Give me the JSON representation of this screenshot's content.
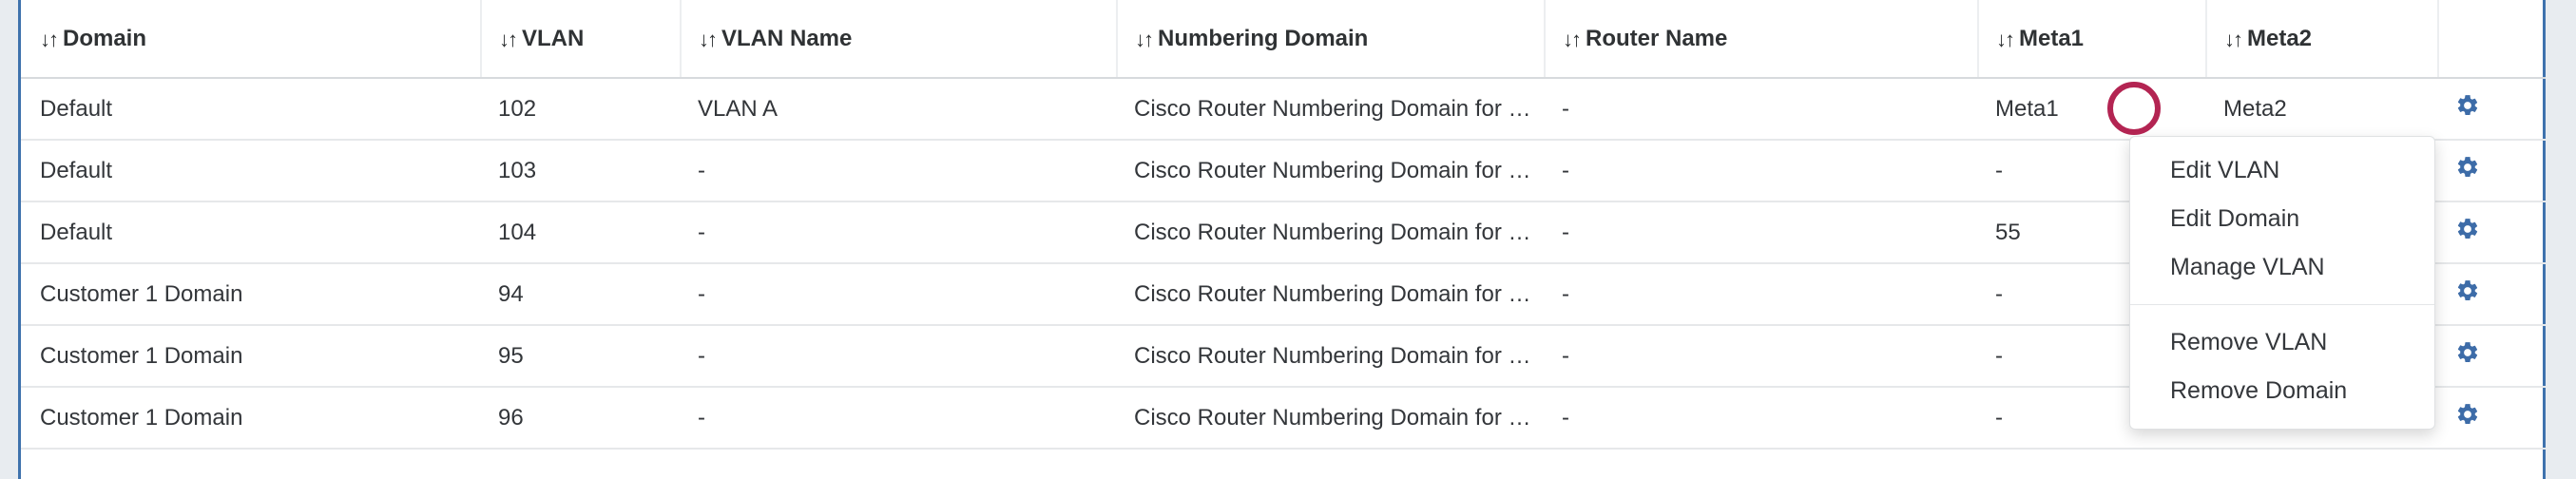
{
  "table": {
    "sort_icon": "sort-icon",
    "columns": [
      {
        "key": "domain",
        "label": "Domain"
      },
      {
        "key": "vlan",
        "label": "VLAN"
      },
      {
        "key": "vlan_name",
        "label": "VLAN Name"
      },
      {
        "key": "numbering_domain",
        "label": "Numbering Domain"
      },
      {
        "key": "router_name",
        "label": "Router Name"
      },
      {
        "key": "meta1",
        "label": "Meta1"
      },
      {
        "key": "meta2",
        "label": "Meta2"
      },
      {
        "key": "actions",
        "label": ""
      }
    ],
    "rows": [
      {
        "domain": "Default",
        "vlan": "102",
        "vlan_name": "VLAN A",
        "numbering_domain": "Cisco Router Numbering Domain for …",
        "router_name": "-",
        "meta1": "Meta1",
        "meta2": "Meta2",
        "action_icon": "gear-icon"
      },
      {
        "domain": "Default",
        "vlan": "103",
        "vlan_name": "-",
        "numbering_domain": "Cisco Router Numbering Domain for …",
        "router_name": "-",
        "meta1": "-",
        "meta2": "",
        "action_icon": "gear-icon"
      },
      {
        "domain": "Default",
        "vlan": "104",
        "vlan_name": "-",
        "numbering_domain": "Cisco Router Numbering Domain for …",
        "router_name": "-",
        "meta1": "55",
        "meta2": "",
        "action_icon": "gear-icon"
      },
      {
        "domain": "Customer 1 Domain",
        "vlan": "94",
        "vlan_name": "-",
        "numbering_domain": "Cisco Router Numbering Domain for …",
        "router_name": "-",
        "meta1": "-",
        "meta2": "",
        "action_icon": "gear-icon"
      },
      {
        "domain": "Customer 1 Domain",
        "vlan": "95",
        "vlan_name": "-",
        "numbering_domain": "Cisco Router Numbering Domain for …",
        "router_name": "-",
        "meta1": "-",
        "meta2": "",
        "action_icon": "gear-icon"
      },
      {
        "domain": "Customer 1 Domain",
        "vlan": "96",
        "vlan_name": "-",
        "numbering_domain": "Cisco Router Numbering Domain for …",
        "router_name": "-",
        "meta1": "-",
        "meta2": "",
        "action_icon": "gear-icon"
      }
    ]
  },
  "action_menu": {
    "items": [
      {
        "label": "Edit VLAN",
        "name": "edit-vlan"
      },
      {
        "label": "Edit Domain",
        "name": "edit-domain"
      },
      {
        "label": "Manage VLAN",
        "name": "manage-vlan"
      },
      {
        "label": "Remove VLAN",
        "name": "remove-vlan"
      },
      {
        "label": "Remove Domain",
        "name": "remove-domain"
      }
    ]
  },
  "annotation": {
    "shape": "circle-highlight",
    "color": "#b32452"
  },
  "colors": {
    "panel_border": "#3f72ad",
    "page_background": "#e8ecf0",
    "gear": "#3d6ca8",
    "header_text": "#2f3234",
    "row_text": "#33363a",
    "row_divider": "#e6e8ea",
    "annotation": "#b32452"
  }
}
